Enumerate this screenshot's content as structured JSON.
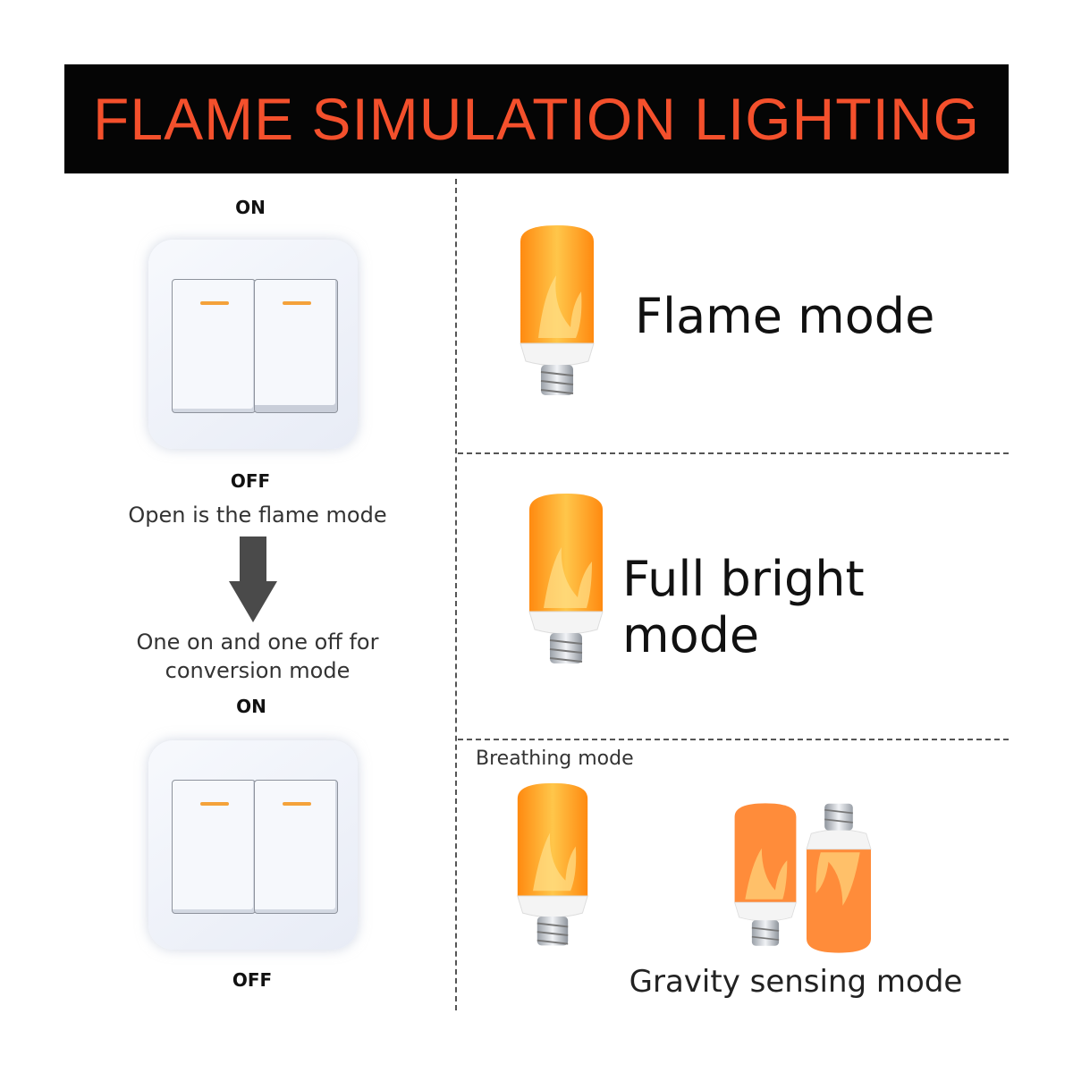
{
  "header": {
    "title": "FLAME SIMULATION LIGHTING"
  },
  "left": {
    "top_on": "ON",
    "top_off": "OFF",
    "open_text": "Open is the flame mode",
    "conversion_line1": "One on and one off for",
    "conversion_line2": "conversion mode",
    "bottom_on": "ON",
    "bottom_off": "OFF"
  },
  "right": {
    "flame_mode": "Flame mode",
    "full_bright_mode": "Full bright mode",
    "breathing_mode": "Breathing mode",
    "gravity_mode": "Gravity sensing mode"
  },
  "colors": {
    "banner_bg": "#050505",
    "title": "#f4502c",
    "indicator": "#f4a23a",
    "flame": "#ff9a1f"
  }
}
